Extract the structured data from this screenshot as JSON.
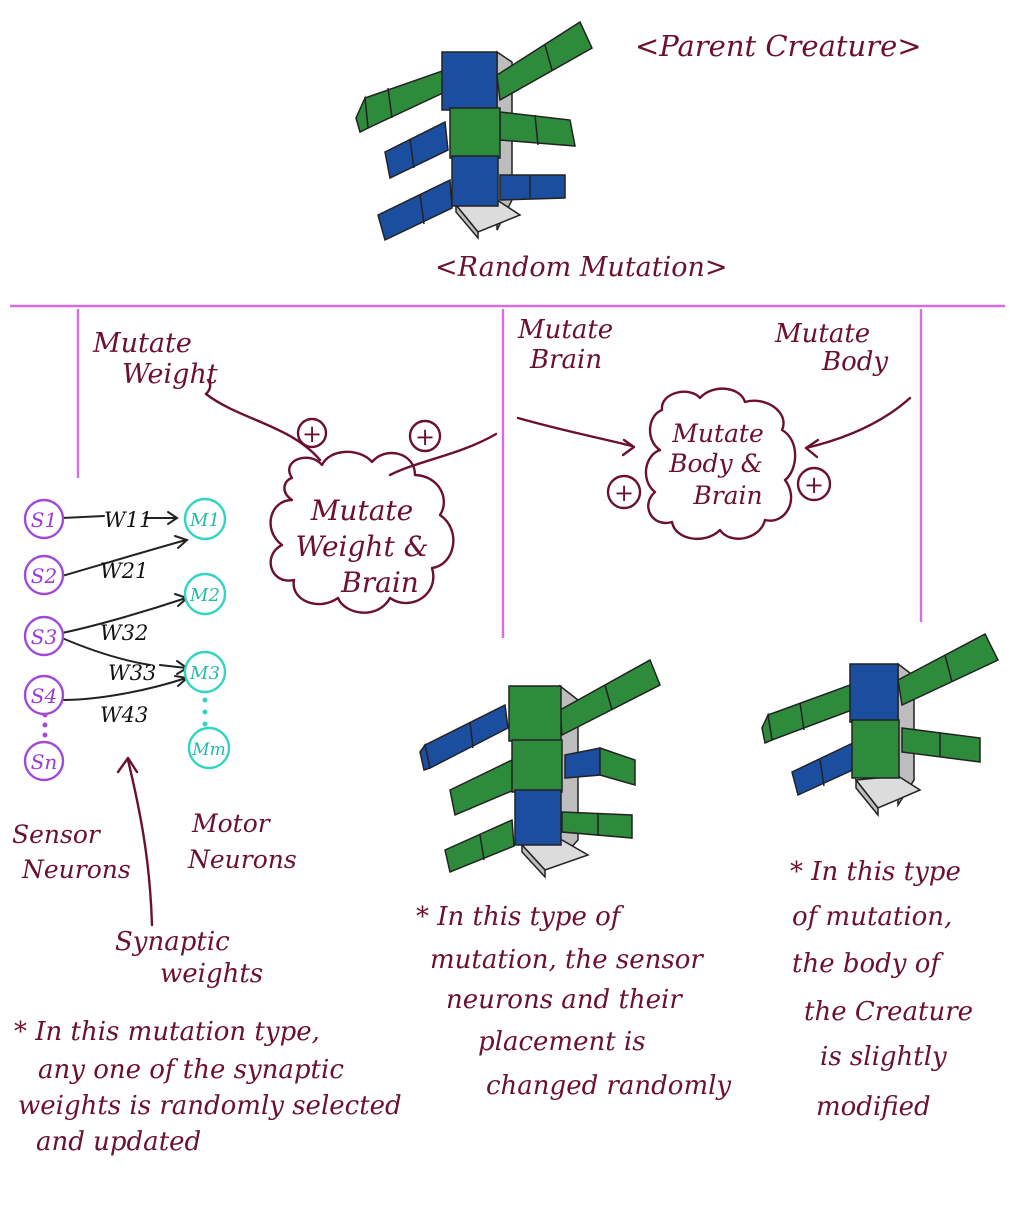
{
  "parent_label": "<Parent Creature>",
  "mutation_label": "<Random Mutation>",
  "branches": {
    "mutate_weight": {
      "line1": "Mutate",
      "line2": "Weight"
    },
    "mutate_brain": {
      "line1": "Mutate",
      "line2": "Brain"
    },
    "mutate_body": {
      "line1": "Mutate",
      "line2": "Body"
    }
  },
  "clouds": {
    "weight_brain": {
      "line1": "Mutate",
      "line2": "Weight &",
      "line3": "Brain"
    },
    "body_brain": {
      "line1": "Mutate",
      "line2": "Body &",
      "line3": "Brain"
    }
  },
  "plus_symbol": "+",
  "network": {
    "sensors": [
      "S1",
      "S2",
      "S3",
      "S4",
      "Sn"
    ],
    "motors": [
      "M1",
      "M2",
      "M3",
      "Mm"
    ],
    "weights": [
      "W11",
      "W21",
      "W32",
      "W33",
      "W43"
    ],
    "sensor_caption": {
      "line1": "Sensor",
      "line2": "Neurons"
    },
    "motor_caption": {
      "line1": "Motor",
      "line2": "Neurons"
    },
    "synaptic_caption": {
      "line1": "Synaptic",
      "line2": "weights"
    }
  },
  "notes": {
    "weight": [
      "* In this mutation type,",
      "any one of the synaptic",
      "weights is randomly selected",
      "and updated"
    ],
    "brain": [
      "* In this type of",
      "mutation, the sensor",
      "neurons and their",
      "placement is",
      "changed randomly"
    ],
    "body": [
      "* In this type",
      "of mutation,",
      "the body of",
      "the Creature",
      "is slightly",
      "modified"
    ]
  },
  "colors": {
    "ink": "#6b1030",
    "divider": "#d56ee0",
    "sensor": "#a24ad8",
    "motor": "#33d4c2",
    "block_green": "#2f8b3c",
    "block_blue": "#1c4ea0",
    "block_gray": "#bdbdbd"
  }
}
